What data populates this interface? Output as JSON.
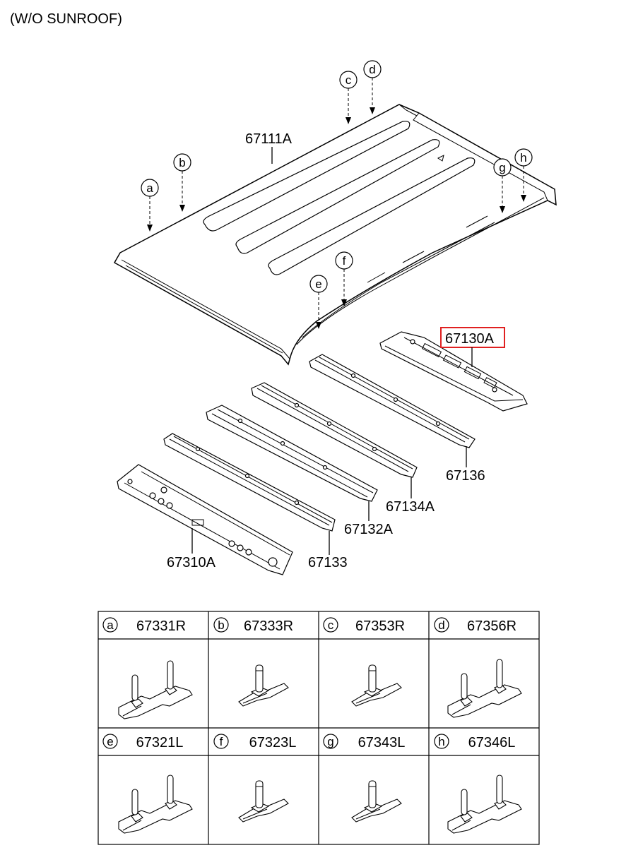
{
  "heading": "(W/O SUNROOF)",
  "parts": {
    "roof_panel": "67111A",
    "rail_highlighted": "67130A",
    "bow_1": "67136",
    "bow_2": "67134A",
    "bow_3": "67132A",
    "bow_4": "67133",
    "front_rail": "67310A"
  },
  "callouts": {
    "a": "a",
    "b": "b",
    "c": "c",
    "d": "d",
    "e": "e",
    "f": "f",
    "g": "g",
    "h": "h"
  },
  "highlight_color": "#e02020",
  "table": {
    "rows": [
      [
        {
          "letter": "a",
          "part": "67331R"
        },
        {
          "letter": "b",
          "part": "67333R"
        },
        {
          "letter": "c",
          "part": "67353R"
        },
        {
          "letter": "d",
          "part": "67356R"
        }
      ],
      [
        {
          "letter": "e",
          "part": "67321L"
        },
        {
          "letter": "f",
          "part": "67323L"
        },
        {
          "letter": "g",
          "part": "67343L"
        },
        {
          "letter": "h",
          "part": "67346L"
        }
      ]
    ]
  }
}
